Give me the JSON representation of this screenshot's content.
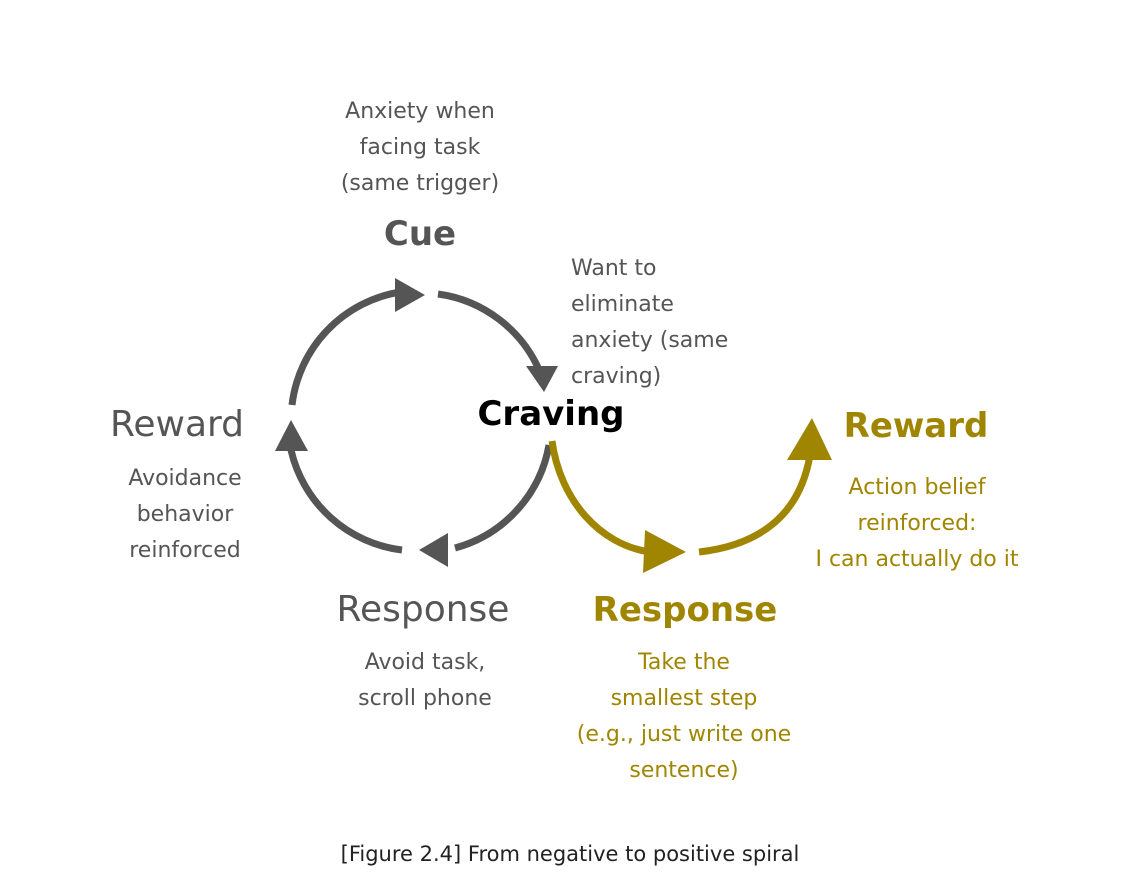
{
  "colors": {
    "negative": "#555555",
    "positive": "#a08600",
    "center": "#000000",
    "caption": "#222222"
  },
  "negative_loop": {
    "cue": {
      "title": "Cue",
      "desc": [
        "Anxiety when",
        "facing task",
        "(same trigger)"
      ]
    },
    "craving": {
      "desc": [
        "Want to",
        "eliminate",
        "anxiety (same",
        "craving)"
      ]
    },
    "response": {
      "title": "Response",
      "desc": [
        "Avoid task,",
        "scroll phone"
      ]
    },
    "reward": {
      "title": "Reward",
      "desc": [
        "Avoidance",
        "behavior",
        "reinforced"
      ]
    }
  },
  "center": {
    "title": "Craving"
  },
  "positive_path": {
    "response": {
      "title": "Response",
      "desc": [
        "Take the",
        "smallest step",
        "(e.g., just write one",
        "sentence)"
      ]
    },
    "reward": {
      "title": "Reward",
      "desc": [
        "Action belief",
        "reinforced:",
        "I can actually do it"
      ]
    }
  },
  "caption": "[Figure 2.4]  From negative to positive spiral"
}
